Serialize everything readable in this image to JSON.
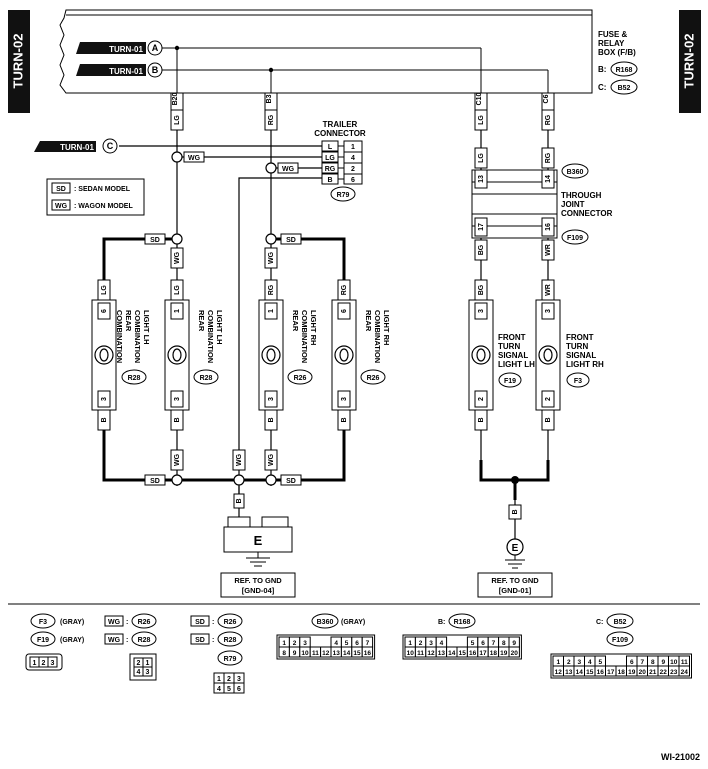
{
  "side_tab": "TURN-02",
  "fuse_box": {
    "line1": "FUSE &",
    "line2": "RELAY",
    "line3": "BOX (F/B)",
    "b_prefix": "B:",
    "b_conn": "R168",
    "c_prefix": "C:",
    "c_conn": "B52"
  },
  "refs": {
    "turn01": "TURN-01",
    "a": "A",
    "b": "B",
    "c": "C"
  },
  "pins": {
    "b20": "B20",
    "b3": "B3",
    "c10": "C10",
    "c6": "C6"
  },
  "wires": {
    "lg": "LG",
    "rg": "RG",
    "wg": "WG",
    "bg": "BG",
    "wr": "WR",
    "b": "B",
    "l": "L"
  },
  "models": {
    "sd": "SD",
    "wg": "WG",
    "sd_desc": ": SEDAN MODEL",
    "wg_desc": ": WAGON MODEL"
  },
  "trailer": {
    "line1": "TRAILER",
    "line2": "CONNECTOR",
    "conn": "R79"
  },
  "through_joint": {
    "line1": "THROUGH",
    "line2": "JOINT",
    "line3": "CONNECTOR",
    "top_conn": "B360",
    "bottom_conn": "F109"
  },
  "pin_numbers": {
    "p1": "1",
    "p2": "2",
    "p3": "3",
    "p4": "4",
    "p6": "6",
    "p13": "13",
    "p14": "14",
    "p16": "16",
    "p17": "17"
  },
  "lights": {
    "rear_lh": {
      "line1": "REAR",
      "line2": "COMBINATION",
      "line3": "LIGHT LH"
    },
    "rear_rh": {
      "line1": "REAR",
      "line2": "COMBINATION",
      "line3": "LIGHT RH"
    },
    "front_lh": {
      "line1": "FRONT",
      "line2": "TURN",
      "line3": "SIGNAL",
      "line4": "LIGHT LH",
      "conn": "F19"
    },
    "front_rh": {
      "line1": "FRONT",
      "line2": "TURN",
      "line3": "SIGNAL",
      "line4": "LIGHT RH",
      "conn": "F3"
    },
    "r28": "R28",
    "r26": "R26"
  },
  "grounds": {
    "ground_label": "E",
    "ref1_line1": "REF. TO GND",
    "ref1_line2": "[GND-04]",
    "ref2_line1": "REF. TO GND",
    "ref2_line2": "[GND-01]"
  },
  "legend": {
    "f3": "F3",
    "f19": "F19",
    "gray": "(GRAY)",
    "r26": "R26",
    "r28": "R28",
    "r79": "R79",
    "b360": "B360",
    "r168": "R168",
    "b52": "B52",
    "f109": "F109",
    "b_prefix": "B:",
    "c_prefix": "C:",
    "conn_3pin": [
      "1",
      "2",
      "3"
    ],
    "conn_4pin": [
      "2",
      "1",
      "4",
      "3"
    ],
    "conn_6pin": [
      "1",
      "2",
      "3",
      "4",
      "5",
      "6"
    ],
    "b360_top": [
      "1",
      "2",
      "3",
      "4",
      "5",
      "6",
      "7"
    ],
    "b360_bot": [
      "8",
      "9",
      "10",
      "11",
      "12",
      "13",
      "14",
      "15",
      "16"
    ],
    "r168_top": [
      "1",
      "2",
      "3",
      "4",
      "5",
      "6",
      "7",
      "8",
      "9"
    ],
    "r168_bot": [
      "10",
      "11",
      "12",
      "13",
      "14",
      "15",
      "16",
      "17",
      "18",
      "19",
      "20"
    ],
    "b52_top": [
      "1",
      "2",
      "3",
      "4",
      "5",
      "6",
      "7",
      "8",
      "9",
      "10",
      "11"
    ],
    "b52_bot": [
      "12",
      "13",
      "14",
      "15",
      "16",
      "17",
      "18",
      "19",
      "20",
      "21",
      "22",
      "23",
      "24"
    ]
  },
  "code": "WI-21002"
}
